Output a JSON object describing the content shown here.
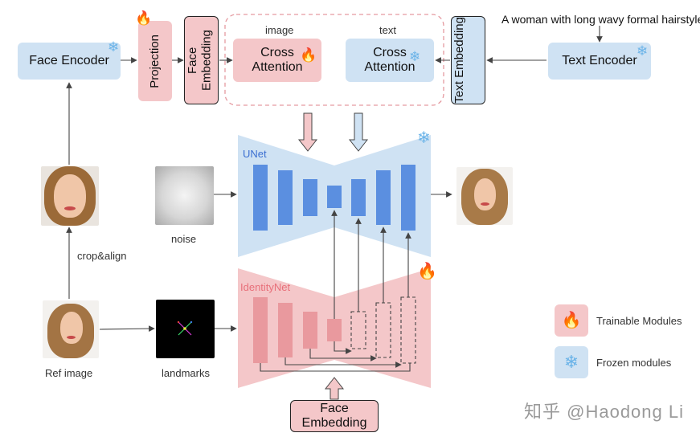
{
  "prompt": "A woman with long wavy formal hairstyle.",
  "modules": {
    "face_encoder": "Face Encoder",
    "projection": "Projection",
    "face_embedding_vertical": "Face Embedding",
    "image_label": "image",
    "text_label": "text",
    "cross_attention_image": "Cross Attention",
    "cross_attention_text": "Cross Attention",
    "text_embedding": "Text Embedding",
    "text_encoder": "Text Encoder",
    "unet": "UNet",
    "identitynet": "IdentityNet",
    "face_embedding_bottom": "Face Embedding"
  },
  "labels": {
    "noise": "noise",
    "crop_align": "crop&align",
    "ref_image": "Ref image",
    "landmarks": "landmarks"
  },
  "legend": {
    "trainable": "Trainable Modules",
    "frozen": "Frozen modules"
  },
  "watermark": "知乎 @Haodong Li",
  "icons": {
    "trainable": "flame-icon",
    "frozen": "snowflake-icon"
  },
  "colors": {
    "frozen_fill": "#cfe2f3",
    "trainable_fill": "#f4c7c9",
    "unet_bar": "#5b8fe0",
    "identity_bar": "#e9999e",
    "unet_label": "#3b6fd1",
    "identity_label": "#e8707a"
  }
}
